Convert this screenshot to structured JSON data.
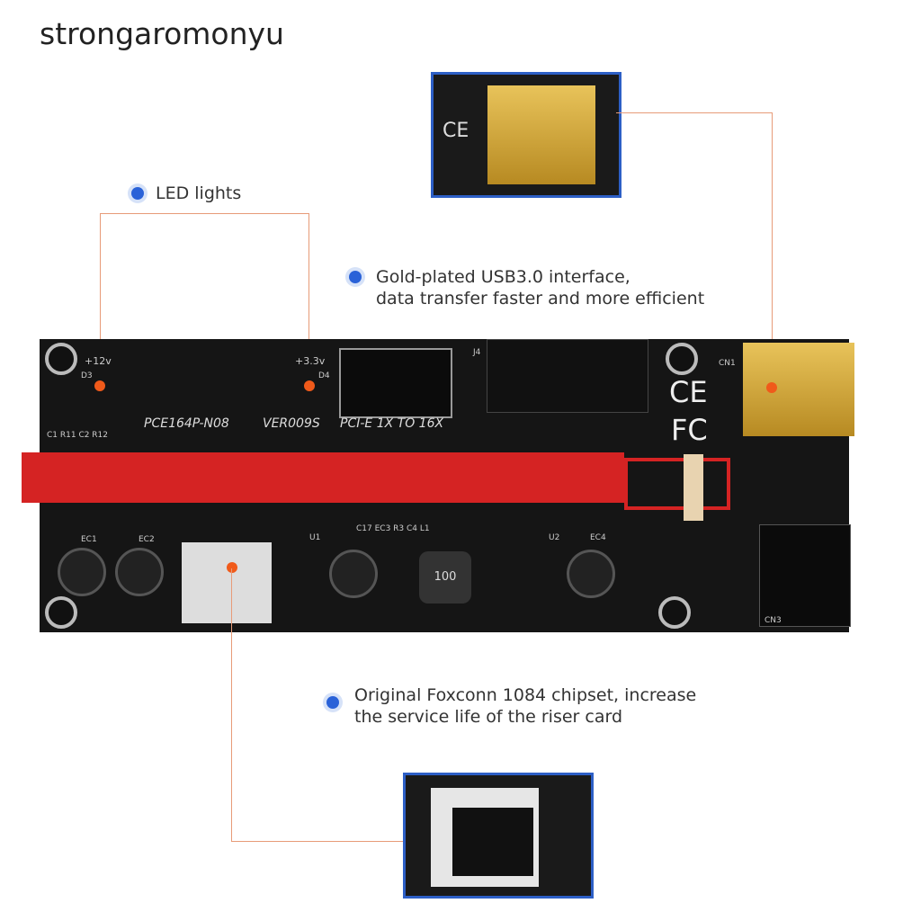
{
  "brand": "strongaromonyu",
  "callouts": {
    "led": "LED lights",
    "usb_line1": "Gold-plated USB3.0 interface,",
    "usb_line2": "data transfer faster and more efficient",
    "chip_line1": "Original Foxconn 1084 chipset, increase",
    "chip_line2": "the service life of the riser card"
  },
  "pcb": {
    "v12": "+12v",
    "d3": "D3",
    "v33": "+3.3v",
    "d4": "D4",
    "model": "PCE164P-N08",
    "version": "VER009S",
    "type": "PCI-E 1X TO 16X",
    "caps": "C1 R11 C2 R12",
    "ec1": "EC1",
    "ec2": "EC2",
    "ec4": "EC4",
    "u1": "U1",
    "u2": "U2",
    "c17": "C17 EC3 R3 C4 L1",
    "inductor": "100",
    "cn1": "CN1",
    "cn3": "CN3",
    "j4": "J4",
    "ce": "CE",
    "fc": "FC"
  },
  "colors": {
    "accent": "#2a62d8",
    "slot": "#d52323",
    "line": "#e79b78",
    "inset_border": "#2d5fc6"
  }
}
